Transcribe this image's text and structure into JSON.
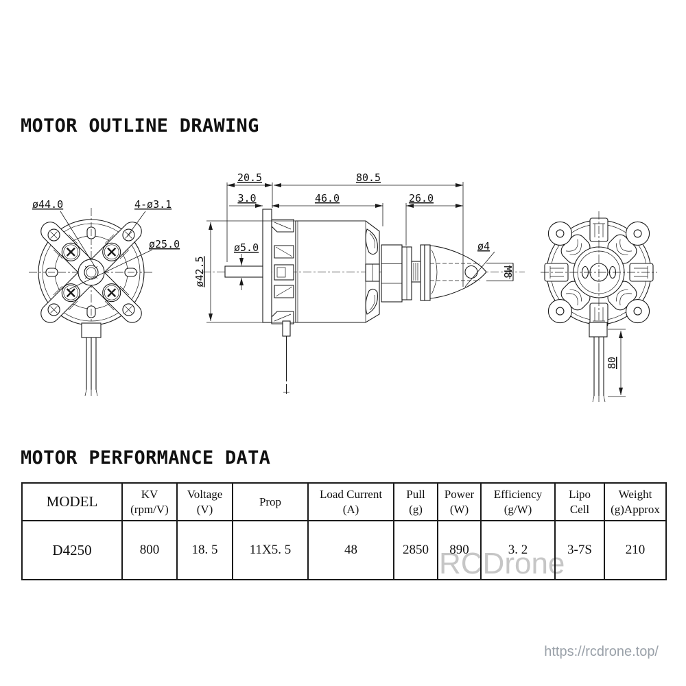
{
  "page": {
    "title_outline": "MOTOR OUTLINE DRAWING",
    "title_performance": "MOTOR PERFORMANCE DATA",
    "watermark": "RCDrone",
    "url": "https://rcdrone.top/"
  },
  "drawing": {
    "front": {
      "outer_diameter": "ø44.0",
      "mount_holes": "4-ø3.1",
      "bolt_circle": "ø25.0"
    },
    "side": {
      "shaft_protrusion": "20.5",
      "total_length": "80.5",
      "plate_thickness": "3.0",
      "body_length": "46.0",
      "adapter_length": "26.0",
      "shaft_diameter": "ø5.0",
      "body_diameter": "ø42.5",
      "prop_pin_hole": "ø4",
      "thread": "M8"
    },
    "rear": {
      "wire_length": "80"
    }
  },
  "table": {
    "headers": [
      {
        "l1": "MODEL",
        "l2": ""
      },
      {
        "l1": "KV",
        "l2": "(rpm/V)"
      },
      {
        "l1": "Voltage",
        "l2": "(V)"
      },
      {
        "l1": "Prop",
        "l2": ""
      },
      {
        "l1": "Load Current",
        "l2": "(A)"
      },
      {
        "l1": "Pull",
        "l2": "(g)"
      },
      {
        "l1": "Power",
        "l2": "(W)"
      },
      {
        "l1": "Efficiency",
        "l2": "(g/W)"
      },
      {
        "l1": "Lipo",
        "l2": "Cell"
      },
      {
        "l1": "Weight",
        "l2": "(g)Approx"
      }
    ],
    "rows": [
      [
        "D4250",
        "800",
        "18. 5",
        "11X5. 5",
        "48",
        "2850",
        "890",
        "3. 2",
        "3-7S",
        "210"
      ]
    ]
  }
}
